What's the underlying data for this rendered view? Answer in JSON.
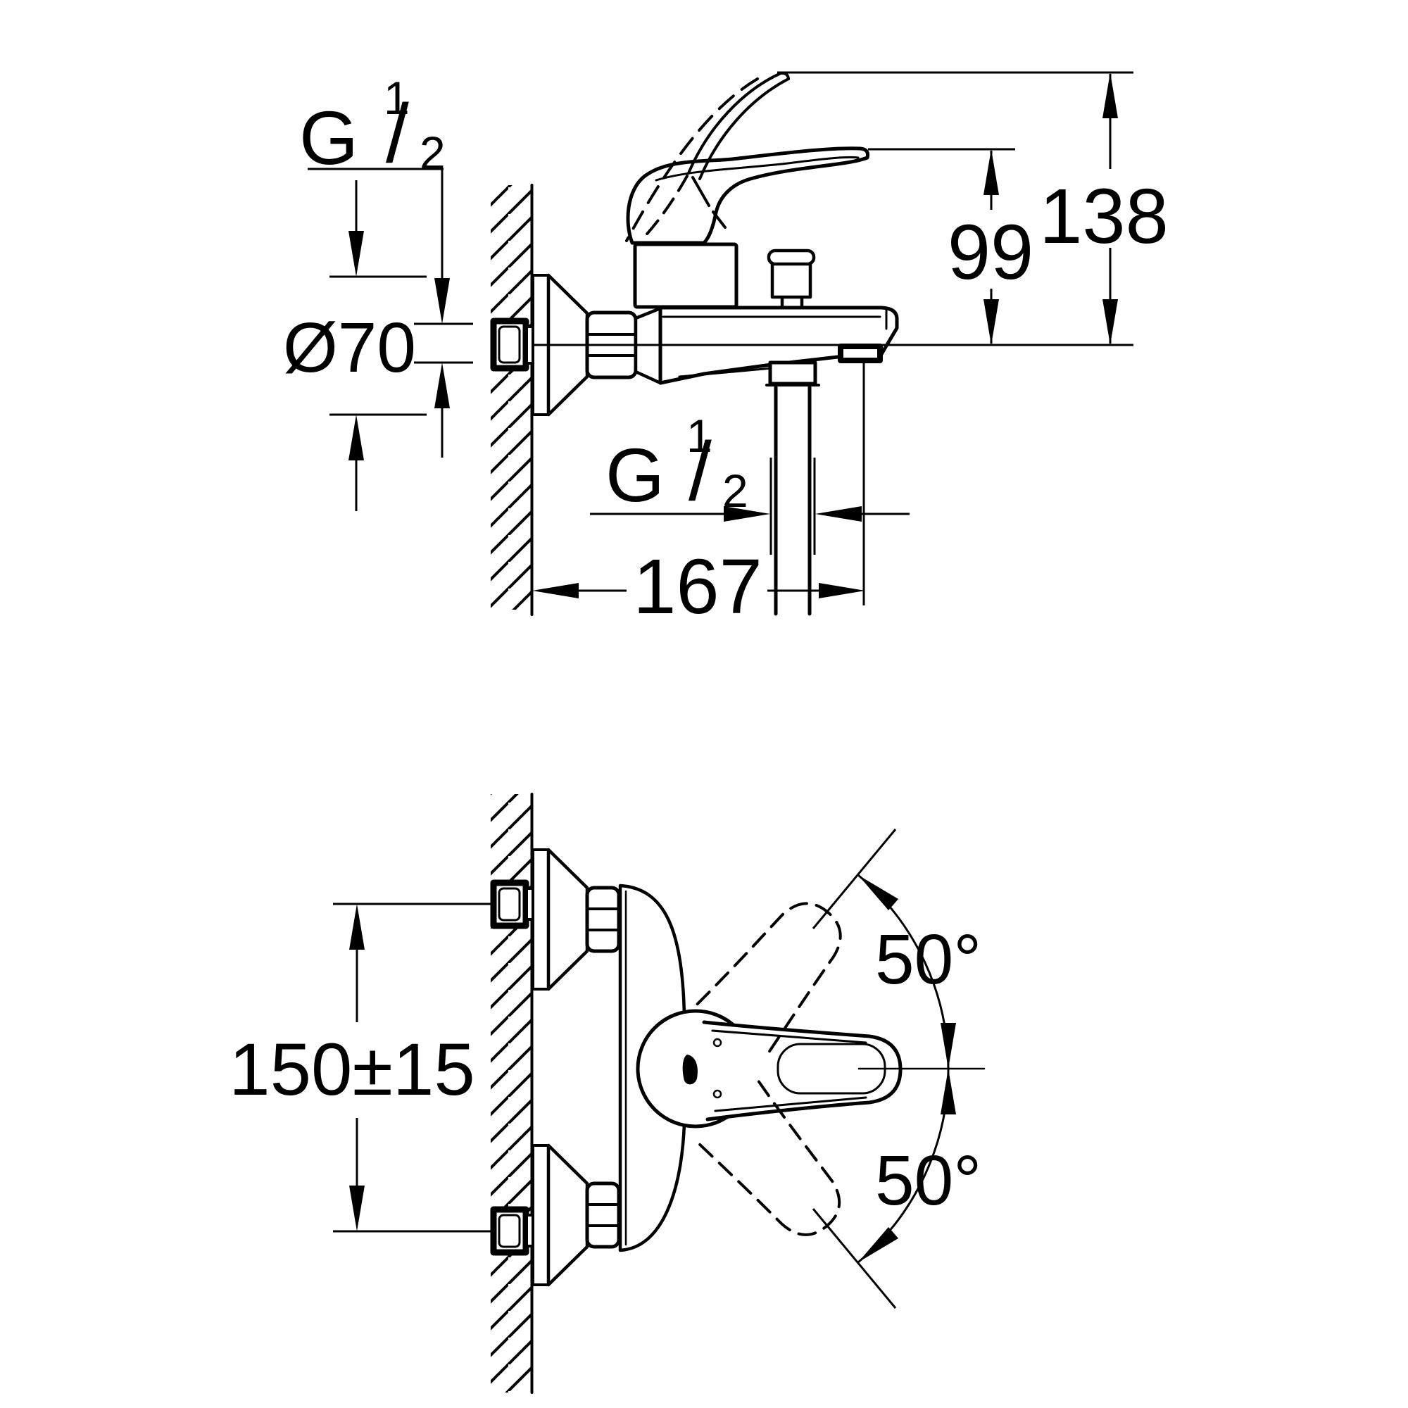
{
  "drawing": {
    "ink": "#000000",
    "paper": "#ffffff",
    "type": "installation-dimension-drawing",
    "subject": "wall-mounted single-lever bath/shower mixer"
  },
  "side_view": {
    "wall_inlet_thread": {
      "letter": "G",
      "numerator": "1",
      "slash": "/",
      "denominator": "2"
    },
    "escutcheon_diameter": "Ø70",
    "height_axis_to_handle_top": "99",
    "height_axis_to_raised_lever": "138",
    "spout_projection": "167",
    "shower_outlet_thread": {
      "letter": "G",
      "numerator": "1",
      "slash": "/",
      "denominator": "2"
    }
  },
  "plan_view": {
    "inlet_centre_distance": "150±15",
    "handle_swivel_up": "50°",
    "handle_swivel_down": "50°"
  }
}
